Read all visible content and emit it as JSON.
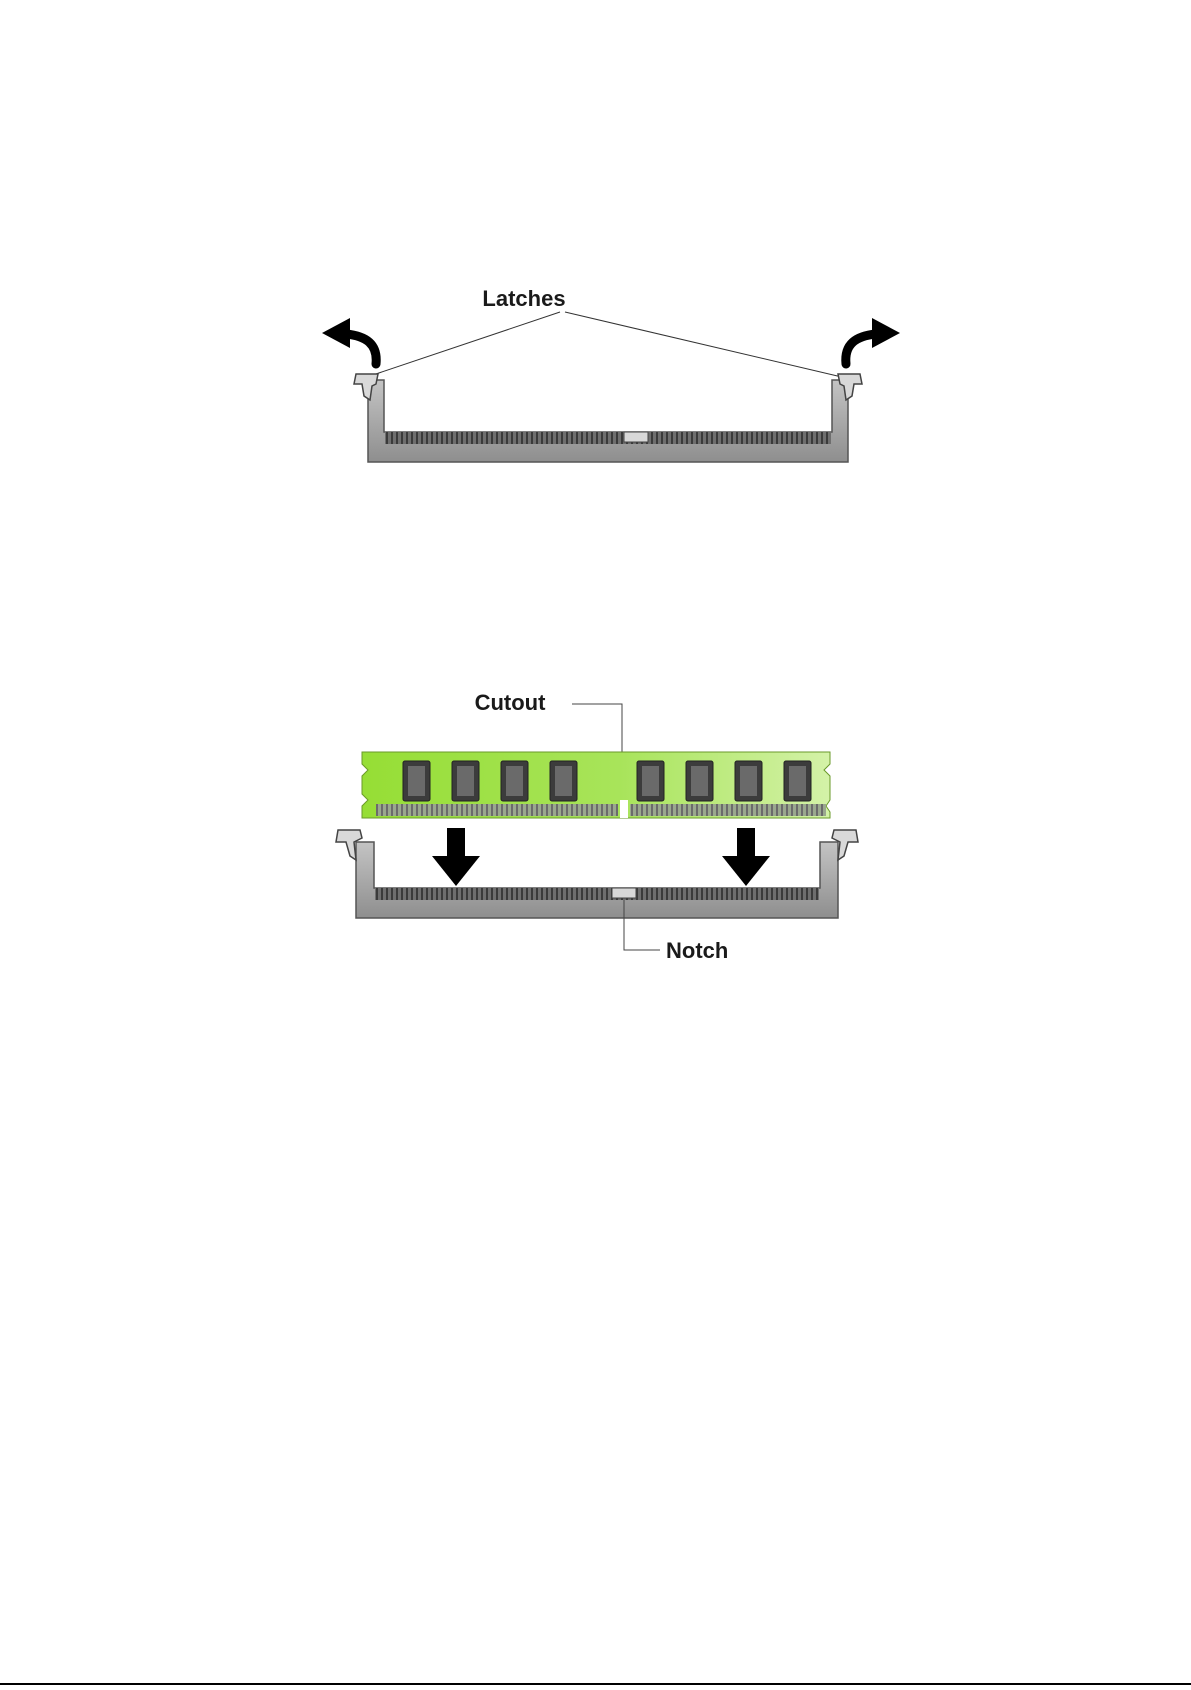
{
  "diagram1": {
    "latches_label": "Latches"
  },
  "diagram2": {
    "cutout_label": "Cutout",
    "notch_label": "Notch"
  },
  "colors": {
    "module_green": "#8fdc2e",
    "module_green_light": "#c9f08a",
    "slot_gray": "#a9a9a9",
    "slot_dark": "#555555",
    "chip_dark": "#3c3c3c",
    "arrow": "#000000"
  }
}
